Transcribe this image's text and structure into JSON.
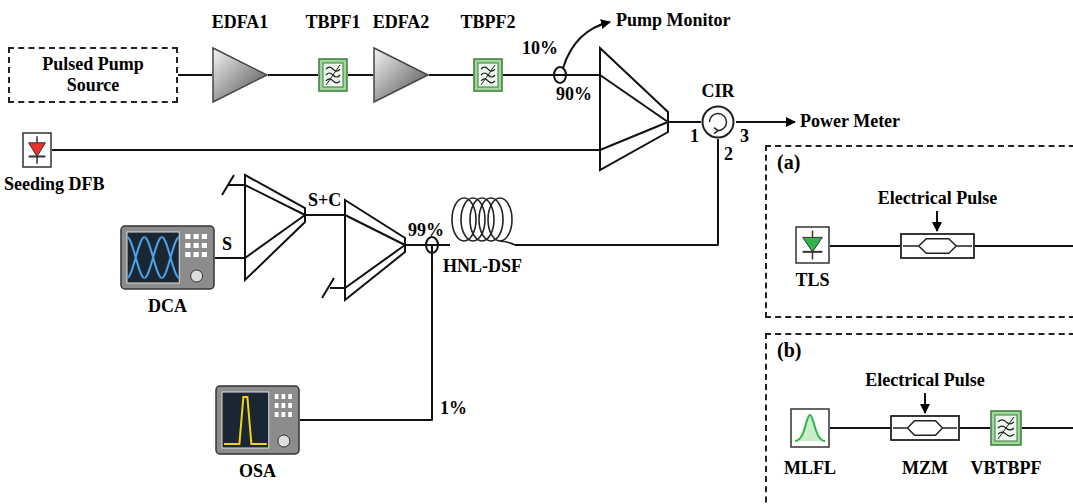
{
  "diagram": {
    "nodes": [
      {
        "text": [
          "Pulsed Pump Source"
        ]
      },
      {
        "text": [
          "EDFA1"
        ]
      },
      {
        "text": [
          "TBPF1"
        ]
      },
      {
        "text": [
          "EDFA2"
        ]
      },
      {
        "text": [
          "TBPF2"
        ]
      },
      {
        "text": [
          "CIR"
        ]
      },
      {
        "text": [
          "Seeding DFB"
        ]
      },
      {
        "text": [
          "HNL-DSF"
        ]
      },
      {
        "text": [
          "DCA"
        ]
      },
      {
        "text": [
          "OSA"
        ]
      },
      {
        "text": [
          "(a)"
        ]
      },
      {
        "text": [
          "TLS"
        ],
        "in": 10
      },
      {
        "text": [
          "Electrical Pulse"
        ],
        "in": 10
      },
      {
        "text": [
          "(b)"
        ]
      },
      {
        "text": [
          "MLFL"
        ],
        "in": 13
      },
      {
        "text": [
          "Electrical Pulse",
          "MZM"
        ],
        "in": 13
      },
      {
        "text": [
          "VBTBPF"
        ],
        "in": 13
      }
    ],
    "edges": [
      {
        "from": 0,
        "to": 1,
        "arrow": "none"
      },
      {
        "from": 1,
        "to": 2,
        "arrow": "none"
      },
      {
        "from": 2,
        "to": 3,
        "arrow": "none"
      },
      {
        "from": 3,
        "to": 4,
        "arrow": "none"
      },
      {
        "from": 4,
        "to": 5,
        "arrow": "none"
      },
      {
        "from": 6,
        "to": 5,
        "arrow": "none"
      },
      {
        "from": 5,
        "to": 7,
        "arrow": "none"
      },
      {
        "from": 7,
        "to": 8,
        "arrow": "none"
      },
      {
        "from": 7,
        "to": 9,
        "arrow": "none"
      },
      {
        "from": 11,
        "to": 12,
        "arrow": "none"
      },
      {
        "from": 14,
        "to": 15,
        "arrow": "none"
      },
      {
        "from": 15,
        "to": 16,
        "arrow": "none"
      }
    ],
    "labels": [
      "10%",
      "Pump Monitor",
      "90%",
      "1",
      "2",
      "3",
      "Power Meter",
      "S+C",
      "S",
      "99%",
      "1%"
    ]
  }
}
